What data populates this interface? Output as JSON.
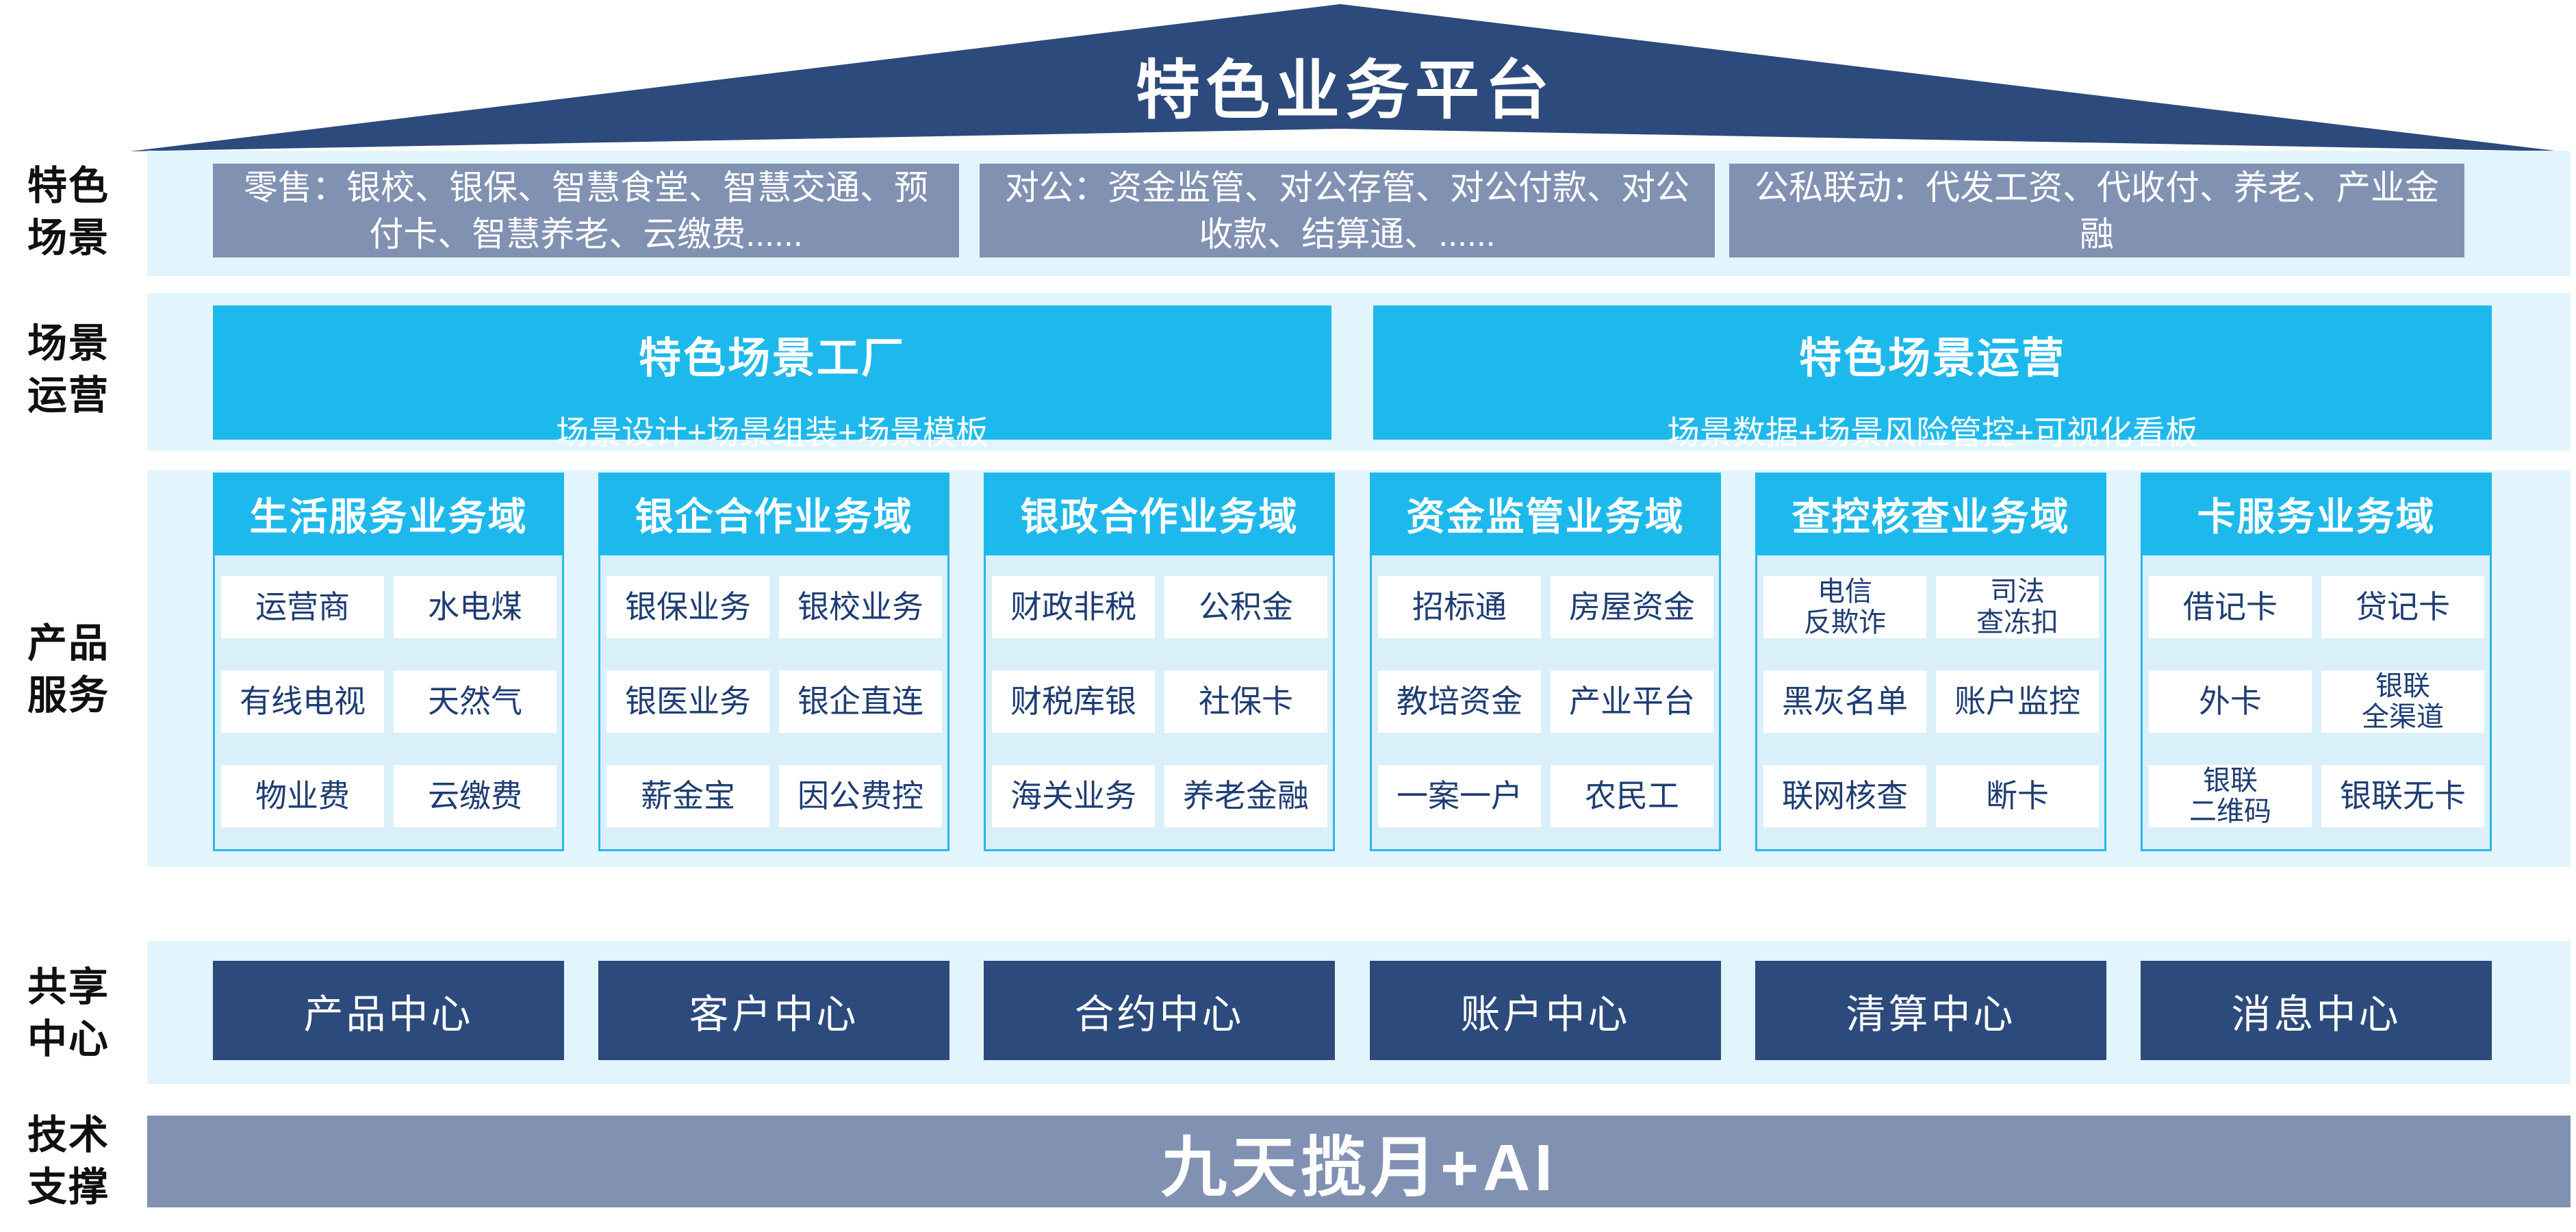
{
  "colors": {
    "roof_navy": "#2c4a7b",
    "steel_blue": "#8191b2",
    "cyan": "#1eb9ec",
    "band_light_blue": "#e3f5fc",
    "column_body_blue": "#d9f0fa",
    "item_text_navy": "#1e3d73"
  },
  "roof": {
    "title": "特色业务平台"
  },
  "sidebar": {
    "scene": [
      "特色",
      "场景"
    ],
    "operation": [
      "场景",
      "运营"
    ],
    "product": [
      "产品",
      "服务"
    ],
    "shared": [
      "共享",
      "中心"
    ],
    "tech": [
      "技术",
      "支撑"
    ]
  },
  "scene_row": {
    "boxes": [
      "零售：银校、银保、智慧食堂、智慧交通、预付卡、智慧养老、云缴费......",
      "对公：资金监管、对公存管、对公付款、对公收款、结算通、......",
      "公私联动：代发工资、代收付、养老、产业金融"
    ]
  },
  "operation_row": {
    "boxes": [
      {
        "title": "特色场景工厂",
        "subtitle": "场景设计+场景组装+场景模板"
      },
      {
        "title": "特色场景运营",
        "subtitle": "场景数据+场景风险管控+可视化看板"
      }
    ]
  },
  "product_row": {
    "columns": [
      {
        "header": "生活服务业务域",
        "items": [
          "运营商",
          "水电煤",
          "有线电视",
          "天然气",
          "物业费",
          "云缴费"
        ]
      },
      {
        "header": "银企合作业务域",
        "items": [
          "银保业务",
          "银校业务",
          "银医业务",
          "银企直连",
          "薪金宝",
          "因公费控"
        ]
      },
      {
        "header": "银政合作业务域",
        "items": [
          "财政非税",
          "公积金",
          "财税库银",
          "社保卡",
          "海关业务",
          "养老金融"
        ]
      },
      {
        "header": "资金监管业务域",
        "items": [
          "招标通",
          "房屋资金",
          "教培资金",
          "产业平台",
          "一案一户",
          "农民工"
        ]
      },
      {
        "header": "查控核查业务域",
        "items": [
          "电信\n反欺诈",
          "司法\n查冻扣",
          "黑灰名单",
          "账户监控",
          "联网核查",
          "断卡"
        ]
      },
      {
        "header": "卡服务业务域",
        "items": [
          "借记卡",
          "贷记卡",
          "外卡",
          "银联\n全渠道",
          "银联\n二维码",
          "银联无卡"
        ]
      }
    ]
  },
  "shared_row": {
    "centers": [
      "产品中心",
      "客户中心",
      "合约中心",
      "账户中心",
      "清算中心",
      "消息中心"
    ]
  },
  "tech_row": {
    "bar": "九天揽月+AI"
  }
}
